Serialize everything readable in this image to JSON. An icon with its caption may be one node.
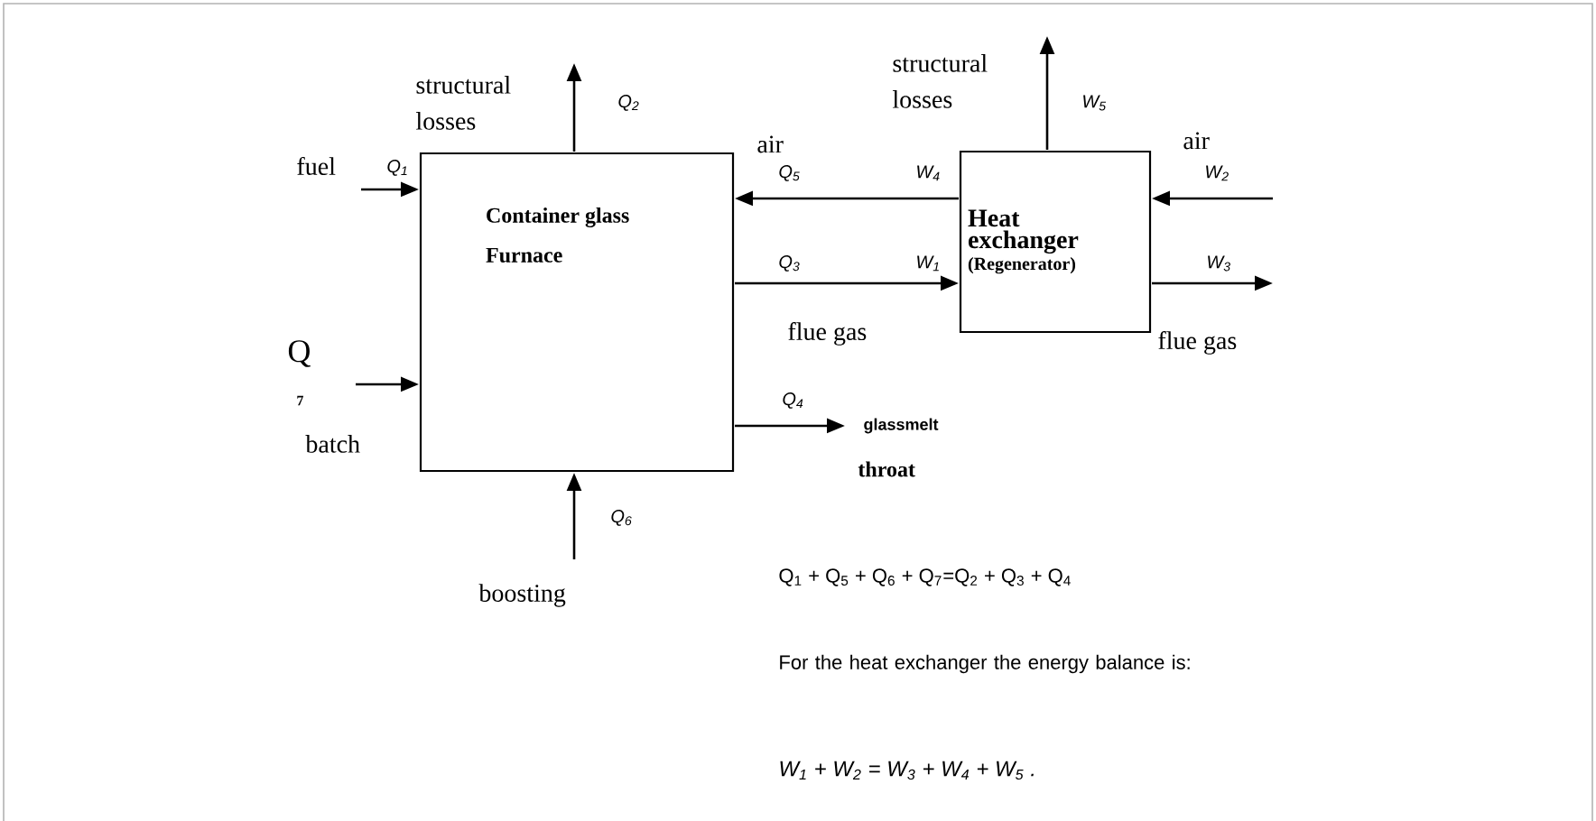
{
  "diagram": {
    "nodes": [
      {
        "text": [
          "Container glass Furnace"
        ]
      },
      {
        "text": [
          "Heat exchanger",
          "(Regenerator)"
        ]
      },
      {
        "text": [
          "glassmelt"
        ]
      }
    ],
    "edges": [
      {
        "from": null,
        "to": 0,
        "arrow": "to",
        "label": "Q$_{1}$"
      },
      {
        "from": 0,
        "to": null,
        "arrow": "to",
        "label": "Q$_{2}$"
      },
      {
        "from": null,
        "to": 0,
        "arrow": "to"
      },
      {
        "from": null,
        "to": 0,
        "arrow": "to",
        "label": "Q$_{6}$"
      },
      {
        "from": 0,
        "to": 2,
        "arrow": "to",
        "label": "Q$_{4}$"
      },
      {
        "from": 1,
        "to": 0,
        "arrow": "to",
        "label": "W$_{4}$"
      },
      {
        "from": 0,
        "to": 1,
        "arrow": "to",
        "label": "W$_{1}$"
      },
      {
        "from": null,
        "to": 1,
        "arrow": "to",
        "label": "W$_{2}$"
      },
      {
        "from": 1,
        "to": null,
        "arrow": "to",
        "label": "W$_{3}$"
      },
      {
        "from": 1,
        "to": null,
        "arrow": "to",
        "label": "W$_{5}$"
      }
    ],
    "labels": [
      "structural losses",
      "structural losses",
      "fuel",
      "air",
      "Q$_{5}$",
      "air",
      "Q$_{3}$",
      "flue gas",
      "flue gas",
      "Q",
      "7",
      "batch",
      "throat",
      "boosting",
      "Q$_{1}$ + Q$_{5}$ + Q$_{6}$  + Q$_{7}$=Q$_{2}$ + Q$_{3}$ + Q$_{4}$",
      "For the heat exchanger the energy balance is:",
      "W$_{1}$ + W$_{2}$ = W$_{3}$ + W$_{4}$ + W$_{5}$ ."
    ]
  }
}
